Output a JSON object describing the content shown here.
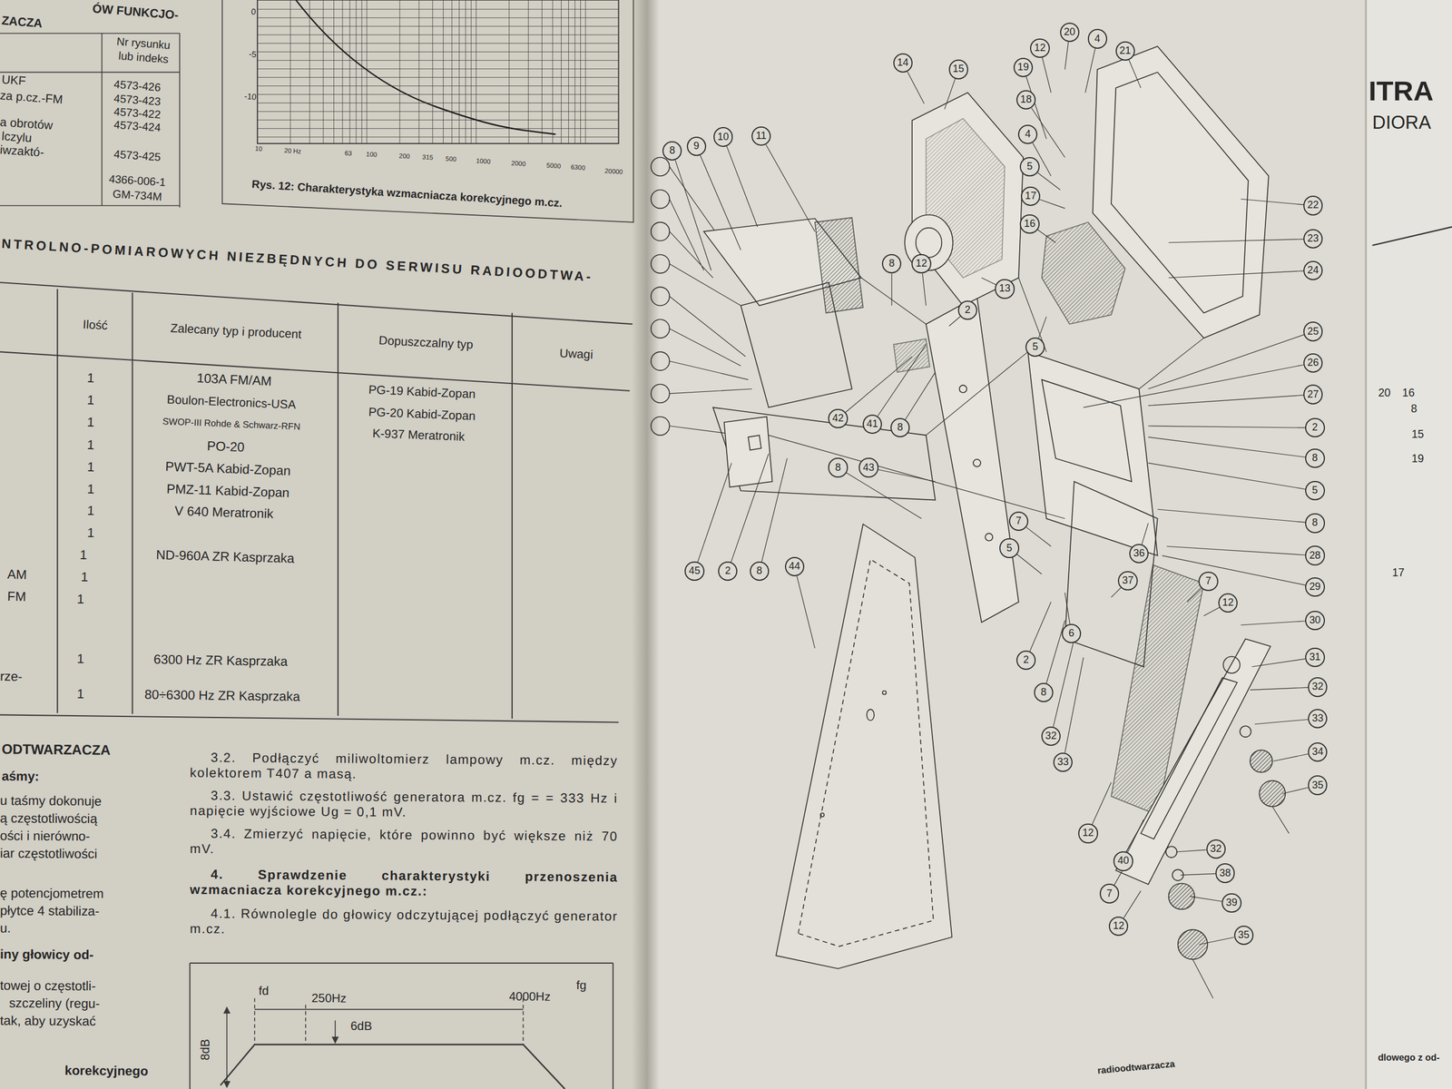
{
  "diagram": {
    "nodes": [
      {
        "text": [
          "8"
        ]
      },
      {
        "text": [
          "9"
        ]
      },
      {
        "text": [
          "10"
        ]
      },
      {
        "text": [
          "11"
        ]
      },
      {
        "text": [
          "14"
        ]
      },
      {
        "text": [
          "15"
        ]
      },
      {
        "text": [
          "12"
        ]
      },
      {
        "text": [
          "20"
        ]
      },
      {
        "text": [
          "4"
        ]
      },
      {
        "text": [
          "21"
        ]
      },
      {
        "text": [
          "19"
        ]
      },
      {
        "text": [
          "18"
        ]
      },
      {
        "text": [
          "4"
        ]
      },
      {
        "text": [
          "5"
        ]
      },
      {
        "text": [
          "17"
        ]
      },
      {
        "text": [
          "16"
        ]
      },
      {
        "text": [
          "22"
        ]
      },
      {
        "text": [
          "23"
        ]
      },
      {
        "text": [
          "24"
        ]
      },
      {
        "text": [
          "8"
        ]
      },
      {
        "text": [
          "12"
        ]
      },
      {
        "text": [
          "13"
        ]
      },
      {
        "text": [
          "2"
        ]
      },
      {
        "text": [
          "5"
        ]
      },
      {
        "text": [
          "25"
        ]
      },
      {
        "text": [
          "26"
        ]
      },
      {
        "text": [
          "27"
        ]
      },
      {
        "text": [
          "42"
        ]
      },
      {
        "text": [
          "41"
        ]
      },
      {
        "text": [
          "8"
        ]
      },
      {
        "text": [
          "2"
        ]
      },
      {
        "text": [
          "8"
        ]
      },
      {
        "text": [
          "8"
        ]
      },
      {
        "text": [
          "43"
        ]
      },
      {
        "text": [
          "5"
        ]
      },
      {
        "text": [
          "7"
        ]
      },
      {
        "text": [
          "8"
        ]
      },
      {
        "text": [
          "5"
        ]
      },
      {
        "text": [
          "36"
        ]
      },
      {
        "text": [
          "28"
        ]
      },
      {
        "text": [
          "45"
        ]
      },
      {
        "text": [
          "2"
        ]
      },
      {
        "text": [
          "8"
        ]
      },
      {
        "text": [
          "44"
        ]
      },
      {
        "text": [
          "37"
        ]
      },
      {
        "text": [
          "7"
        ]
      },
      {
        "text": [
          "29"
        ]
      },
      {
        "text": [
          "12"
        ]
      },
      {
        "text": [
          "30"
        ]
      },
      {
        "text": [
          "6"
        ]
      },
      {
        "text": [
          "31"
        ]
      },
      {
        "text": [
          "2"
        ]
      },
      {
        "text": [
          "32"
        ]
      },
      {
        "text": [
          "8"
        ]
      },
      {
        "text": [
          "33"
        ]
      },
      {
        "text": [
          "32"
        ]
      },
      {
        "text": [
          "34"
        ]
      },
      {
        "text": [
          "33"
        ]
      },
      {
        "text": [
          "35"
        ]
      },
      {
        "text": [
          "12"
        ]
      },
      {
        "text": [
          "32"
        ]
      },
      {
        "text": [
          "40"
        ]
      },
      {
        "text": [
          "38"
        ]
      },
      {
        "text": [
          "7"
        ]
      },
      {
        "text": [
          "39"
        ]
      },
      {
        "text": [
          "12"
        ]
      },
      {
        "text": [
          "35"
        ]
      }
    ],
    "labels": [
      "ÓW FUNKCJO-",
      "ZACZA",
      "Nr rysunku",
      "lub indeks",
      "UKF",
      "4573-426",
      "za p.cz.-FM",
      "4573-423",
      "4573-422",
      "a obrotów",
      "4573-424",
      "lczylu",
      "iwzaktó-",
      "4573-425",
      "4366-006-1",
      "GM-734M",
      "0",
      "-5",
      "-10",
      "10",
      "20 Hz",
      "63",
      "100",
      "200",
      "315",
      "500",
      "1000",
      "2000",
      "5000",
      "6300",
      "20000",
      "Rys. 12: Charakterystyka wzmacniacza korekcyjnego m.cz.",
      "NTROLNO-POMIAROWYCH NIEZBĘDNYCH DO SERWISU RADIOODTWA-",
      "Ilość",
      "Zalecany typ i producent",
      "Dopuszczalny typ",
      "Uwagi",
      "1",
      "103A FM/AM",
      "PG-19 Kabid-Zopan",
      "1",
      "Boulon-Electronics-USA",
      "PG-20 Kabid-Zopan",
      "1",
      "SWOP-III Rohde & Schwarz-RFN",
      "K-937 Meratronik",
      "1",
      "PO-20",
      "1",
      "PWT-5A Kabid-Zopan",
      "1",
      "PMZ-11 Kabid-Zopan",
      "1",
      "V 640 Meratronik",
      "1",
      "1",
      "ND-960A ZR Kasprzaka",
      "AM",
      "1",
      "FM",
      "1",
      "1",
      "6300 Hz ZR Kasprzaka",
      "rze-",
      "1",
      "80÷6300 Hz ZR Kasprzaka",
      "ODTWARZACZA",
      "aśmy:",
      "u taśmy dokonuje",
      "ą częstotliwością",
      "ości i nierówno-",
      "iar częstotliwości",
      "ę potencjometrem",
      "płytce 4 stabiliza-",
      "u.",
      "iny głowicy od-",
      "towej o częstotli-",
      "szczeliny (regu-",
      "tak, aby uzyskać",
      "korekcyjnego",
      "3.2. Podłączyć miliwoltomierz lampowy m.cz. między kolektorem T407 a masą.",
      "3.3. Ustawić częstotliwość generatora m.cz. fg = = 333 Hz i napięcie wyjściowe Ug = 0,1 mV.",
      "3.4. Zmierzyć napięcie, które powinno być większe niż 70 mV.",
      "4. Sprawdzenie charakterystyki przenoszenia wzmacniacza korekcyjnego m.cz.:",
      "4.1. Równolegle do głowicy odczytującej podłączyć generator m.cz.",
      "fd",
      "250Hz",
      "4000Hz",
      "fg",
      "6dB",
      "8dB",
      "ITRA",
      "DIORA",
      "20",
      "16",
      "8",
      "15",
      "19",
      "17",
      "dlowego z od-",
      "radioodtwarzacza"
    ]
  }
}
